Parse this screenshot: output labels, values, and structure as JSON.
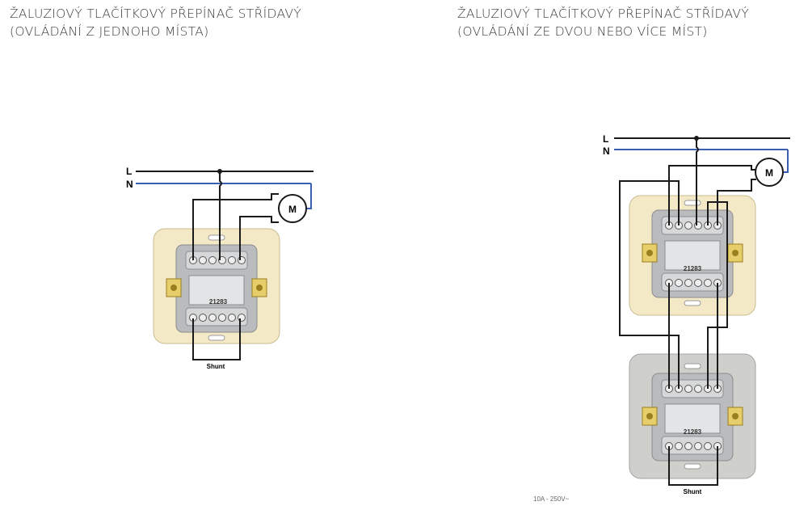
{
  "left": {
    "title_line1": "ŽALUZIOVÝ TLAČÍTKOVÝ PŘEPÍNAČ STŘÍDAVÝ",
    "title_line2": "(OVLÁDÁNÍ Z JEDNOHO MÍSTA)",
    "label_L": "L",
    "label_N": "N",
    "motor": "M",
    "device_code": "21283",
    "shunt": "Shunt"
  },
  "right": {
    "title_line1": "ŽALUZIOVÝ TLAČÍTKOVÝ  PŘEPÍNAČ STŘÍDAVÝ",
    "title_line2": "(OVLÁDÁNÍ ZE DVOU NEBO VÍCE MÍST)",
    "label_L": "L",
    "label_N": "N",
    "motor": "M",
    "device_code_top": "21283",
    "device_code_bottom": "21283",
    "shunt": "Shunt"
  },
  "footer": "10A - 250V~",
  "colors": {
    "live": "#1a1a1a",
    "neutral": "#3a5fb0",
    "plate_cream": "#f3e9c6",
    "plate_gray": "#cfd0cc",
    "mechanism": "#b9bbbd",
    "screw": "#c8a93a"
  }
}
